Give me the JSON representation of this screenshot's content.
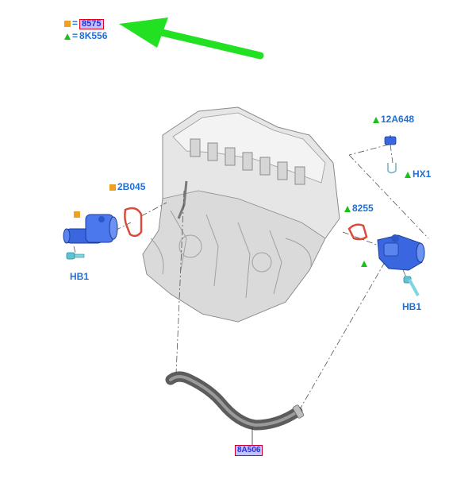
{
  "legend": {
    "square_ref": "8575",
    "triangle_ref": "8K556",
    "square_color": "#f0a020",
    "triangle_color": "#19c219",
    "arrow_color": "#22e022"
  },
  "callouts": {
    "gasket_left": "2B045",
    "bolt_left": "HB1",
    "sensor_top": "12A648",
    "connector": "HX1",
    "gasket_right": "8255",
    "bolt_right": "HB1",
    "hose": "8A506"
  },
  "colors": {
    "label_blue": "#1f6fd6",
    "part_blue": "#3a67e0",
    "gasket_red": "#d94b3a",
    "engine_gray": "#d8d8d8"
  }
}
